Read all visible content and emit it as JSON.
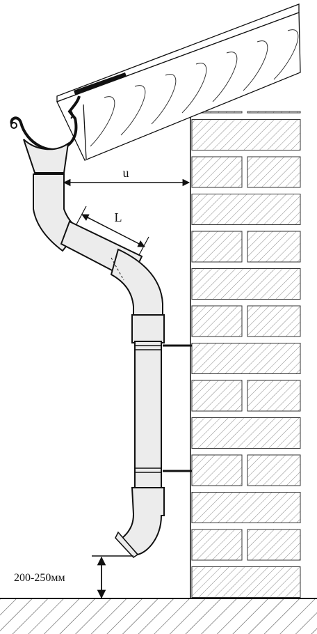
{
  "labels": {
    "u": "u",
    "L": "L",
    "height": "200-250мм"
  },
  "colors": {
    "ink": "#111111",
    "pipe_fill": "#ececec",
    "brick_hatch": "#8a8a8a",
    "paper": "#ffffff"
  }
}
